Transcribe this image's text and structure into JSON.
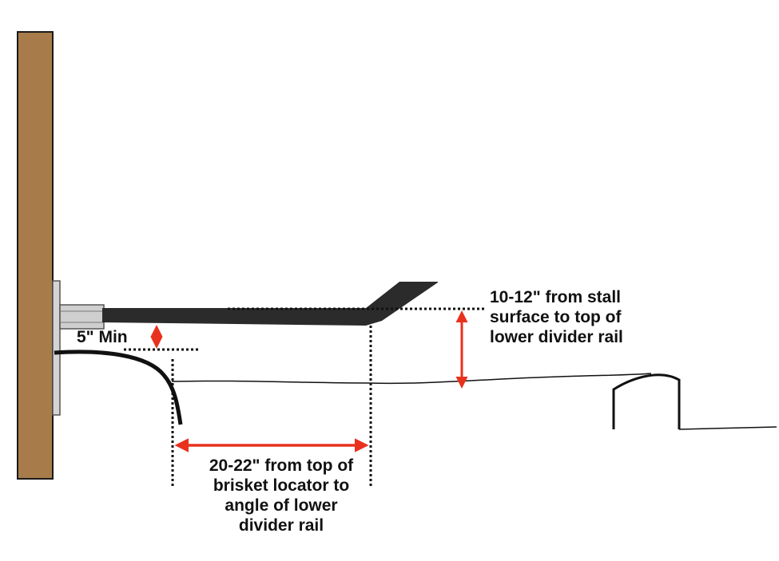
{
  "diagram": {
    "colors": {
      "post": "#a87c4a",
      "post_outline": "#1a1a1a",
      "rail": "#2b2b2b",
      "bracket": "#c8c8c8",
      "arrow": "#e8321e",
      "line": "#111111"
    },
    "labels": {
      "min_clearance": "5\" Min",
      "height_lines": [
        "10-12\" from stall",
        "surface to top of",
        "lower divider rail"
      ],
      "distance_lines": [
        "20-22\" from top of",
        "brisket locator to",
        "angle of lower",
        "divider rail"
      ]
    }
  }
}
